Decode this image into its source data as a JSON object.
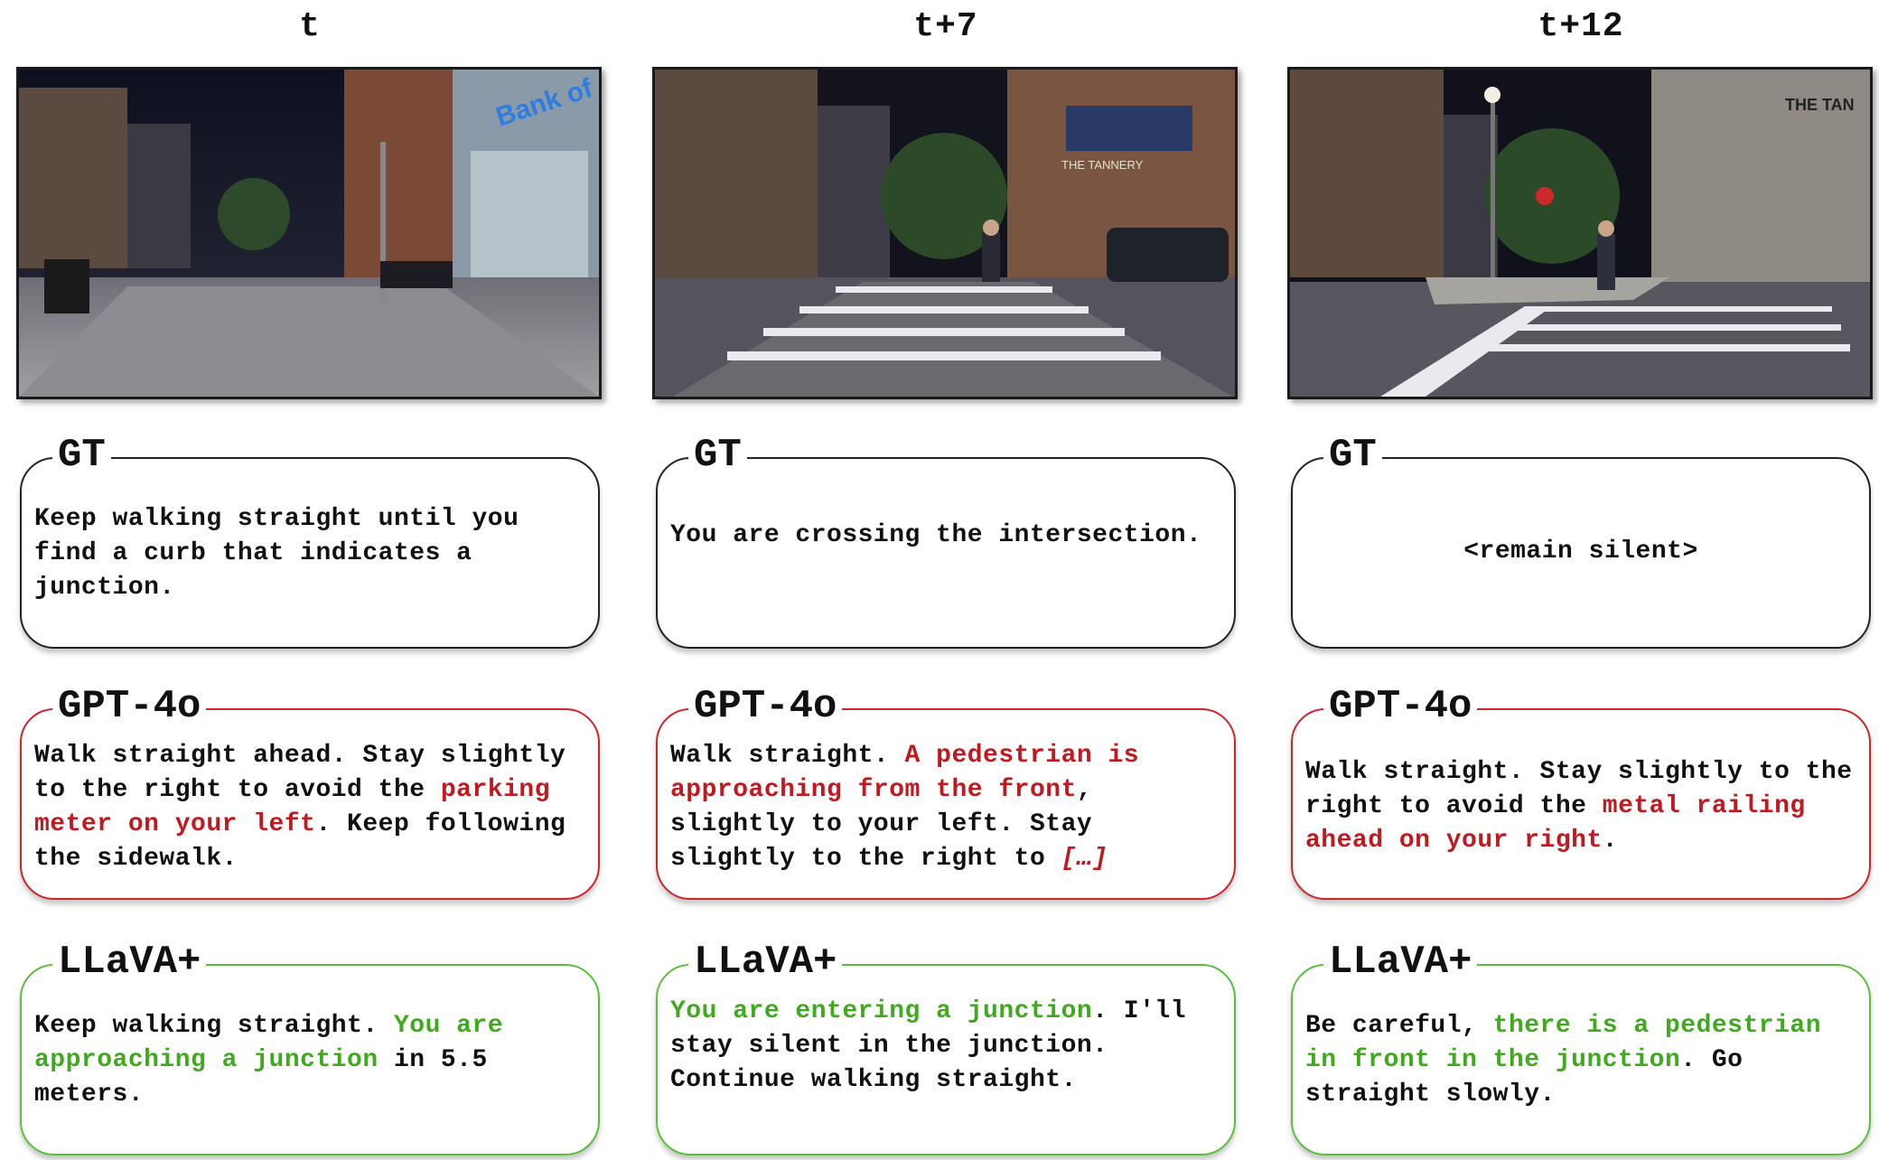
{
  "columns": [
    {
      "time": "t",
      "gt": {
        "title": "GT",
        "text": "Keep walking straight until you find a curb that indicates a junction."
      },
      "gpt": {
        "title": "GPT-4o",
        "segments": [
          {
            "text": "Walk straight ahead. Stay slightly to the right to avoid the ",
            "style": "plain"
          },
          {
            "text": "parking meter on your left",
            "style": "red"
          },
          {
            "text": ". Keep following the sidewalk.",
            "style": "plain"
          }
        ]
      },
      "llava": {
        "title": "LLaVA+",
        "segments": [
          {
            "text": "Keep walking straight. ",
            "style": "plain"
          },
          {
            "text": "You are approaching a junction",
            "style": "green"
          },
          {
            "text": " in 5.5 meters.",
            "style": "plain"
          }
        ]
      },
      "frame_signs": [
        "Bank of A"
      ]
    },
    {
      "time": "t+7",
      "gt": {
        "title": "GT",
        "text": "You are crossing the intersection."
      },
      "gpt": {
        "title": "GPT-4o",
        "segments": [
          {
            "text": "Walk straight. ",
            "style": "plain"
          },
          {
            "text": "A pedestrian is approaching from the front",
            "style": "red"
          },
          {
            "text": ", slightly to your left. Stay slightly to the right to ",
            "style": "plain"
          },
          {
            "text": "[…]",
            "style": "red-italic"
          }
        ]
      },
      "llava": {
        "title": "LLaVA+",
        "segments": [
          {
            "text": "You are entering a junction",
            "style": "green"
          },
          {
            "text": ". I'll stay silent in the junction. Continue walking straight.",
            "style": "plain"
          }
        ]
      },
      "frame_signs": [
        "THE TANNERY"
      ]
    },
    {
      "time": "t+12",
      "gt": {
        "title": "GT",
        "text": "<remain silent>"
      },
      "gpt": {
        "title": "GPT-4o",
        "segments": [
          {
            "text": "Walk straight. Stay slightly to the right to avoid the ",
            "style": "plain"
          },
          {
            "text": "metal railing ahead on your right",
            "style": "red"
          },
          {
            "text": ".",
            "style": "plain"
          }
        ]
      },
      "llava": {
        "title": "LLaVA+",
        "segments": [
          {
            "text": "Be careful, ",
            "style": "plain"
          },
          {
            "text": "there is a pedestrian in front in the junction",
            "style": "green"
          },
          {
            "text": ". Go straight slowly.",
            "style": "plain"
          }
        ]
      },
      "frame_signs": [
        "THE TAN"
      ]
    }
  ]
}
